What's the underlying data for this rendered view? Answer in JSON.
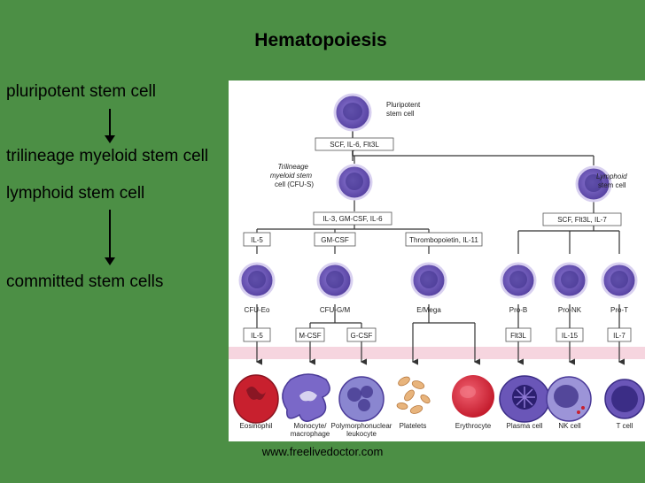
{
  "slide": {
    "title": "Hematopoiesis",
    "footer": "www.freelivedoctor.com"
  },
  "left_labels": [
    "pluripotent stem cell",
    "trilineage myeloid stem cell",
    "lymphoid stem cell",
    "committed stem cells"
  ],
  "diagram": {
    "root_label": [
      "Pluripotent",
      "stem cell"
    ],
    "root_factors": "SCF, IL-6, Flt3L",
    "myeloid_label": [
      "Trilineage",
      "myeloid stem",
      "cell (CFU-S)"
    ],
    "lymphoid_label": [
      "Lymphoid",
      "stem cell"
    ],
    "myeloid_factors": "IL-3, GM-CSF, IL-6",
    "lymphoid_factors": "SCF, Flt3L, IL-7",
    "level2_factors": [
      "IL-5",
      "GM-CSF",
      "Thrombopoietin, IL-11"
    ],
    "progenitors": [
      "CFU-Eo",
      "CFU-G/M",
      "E/Mega",
      "Pro-B",
      "Pro-NK",
      "Pro-T"
    ],
    "level3_factors": [
      "IL-5",
      "M-CSF",
      "G-CSF",
      "Flt3L",
      "IL-15",
      "IL-7"
    ],
    "mature_cells": [
      "Eosinophil",
      "Monocyte/\nmacrophage",
      "Polymorphonuclear\nleukocyte",
      "Platelets",
      "Erythrocyte",
      "Plasma cell",
      "NK cell",
      "T cell"
    ],
    "colors": {
      "background": "#4c8f45",
      "stem_cell": "#6a56b8",
      "nucleus": "#3b2d86",
      "band": "#f6d5df",
      "eosinophil": "#c8202e",
      "erythrocyte": "#e03545",
      "platelet": "#e8b47c"
    }
  }
}
